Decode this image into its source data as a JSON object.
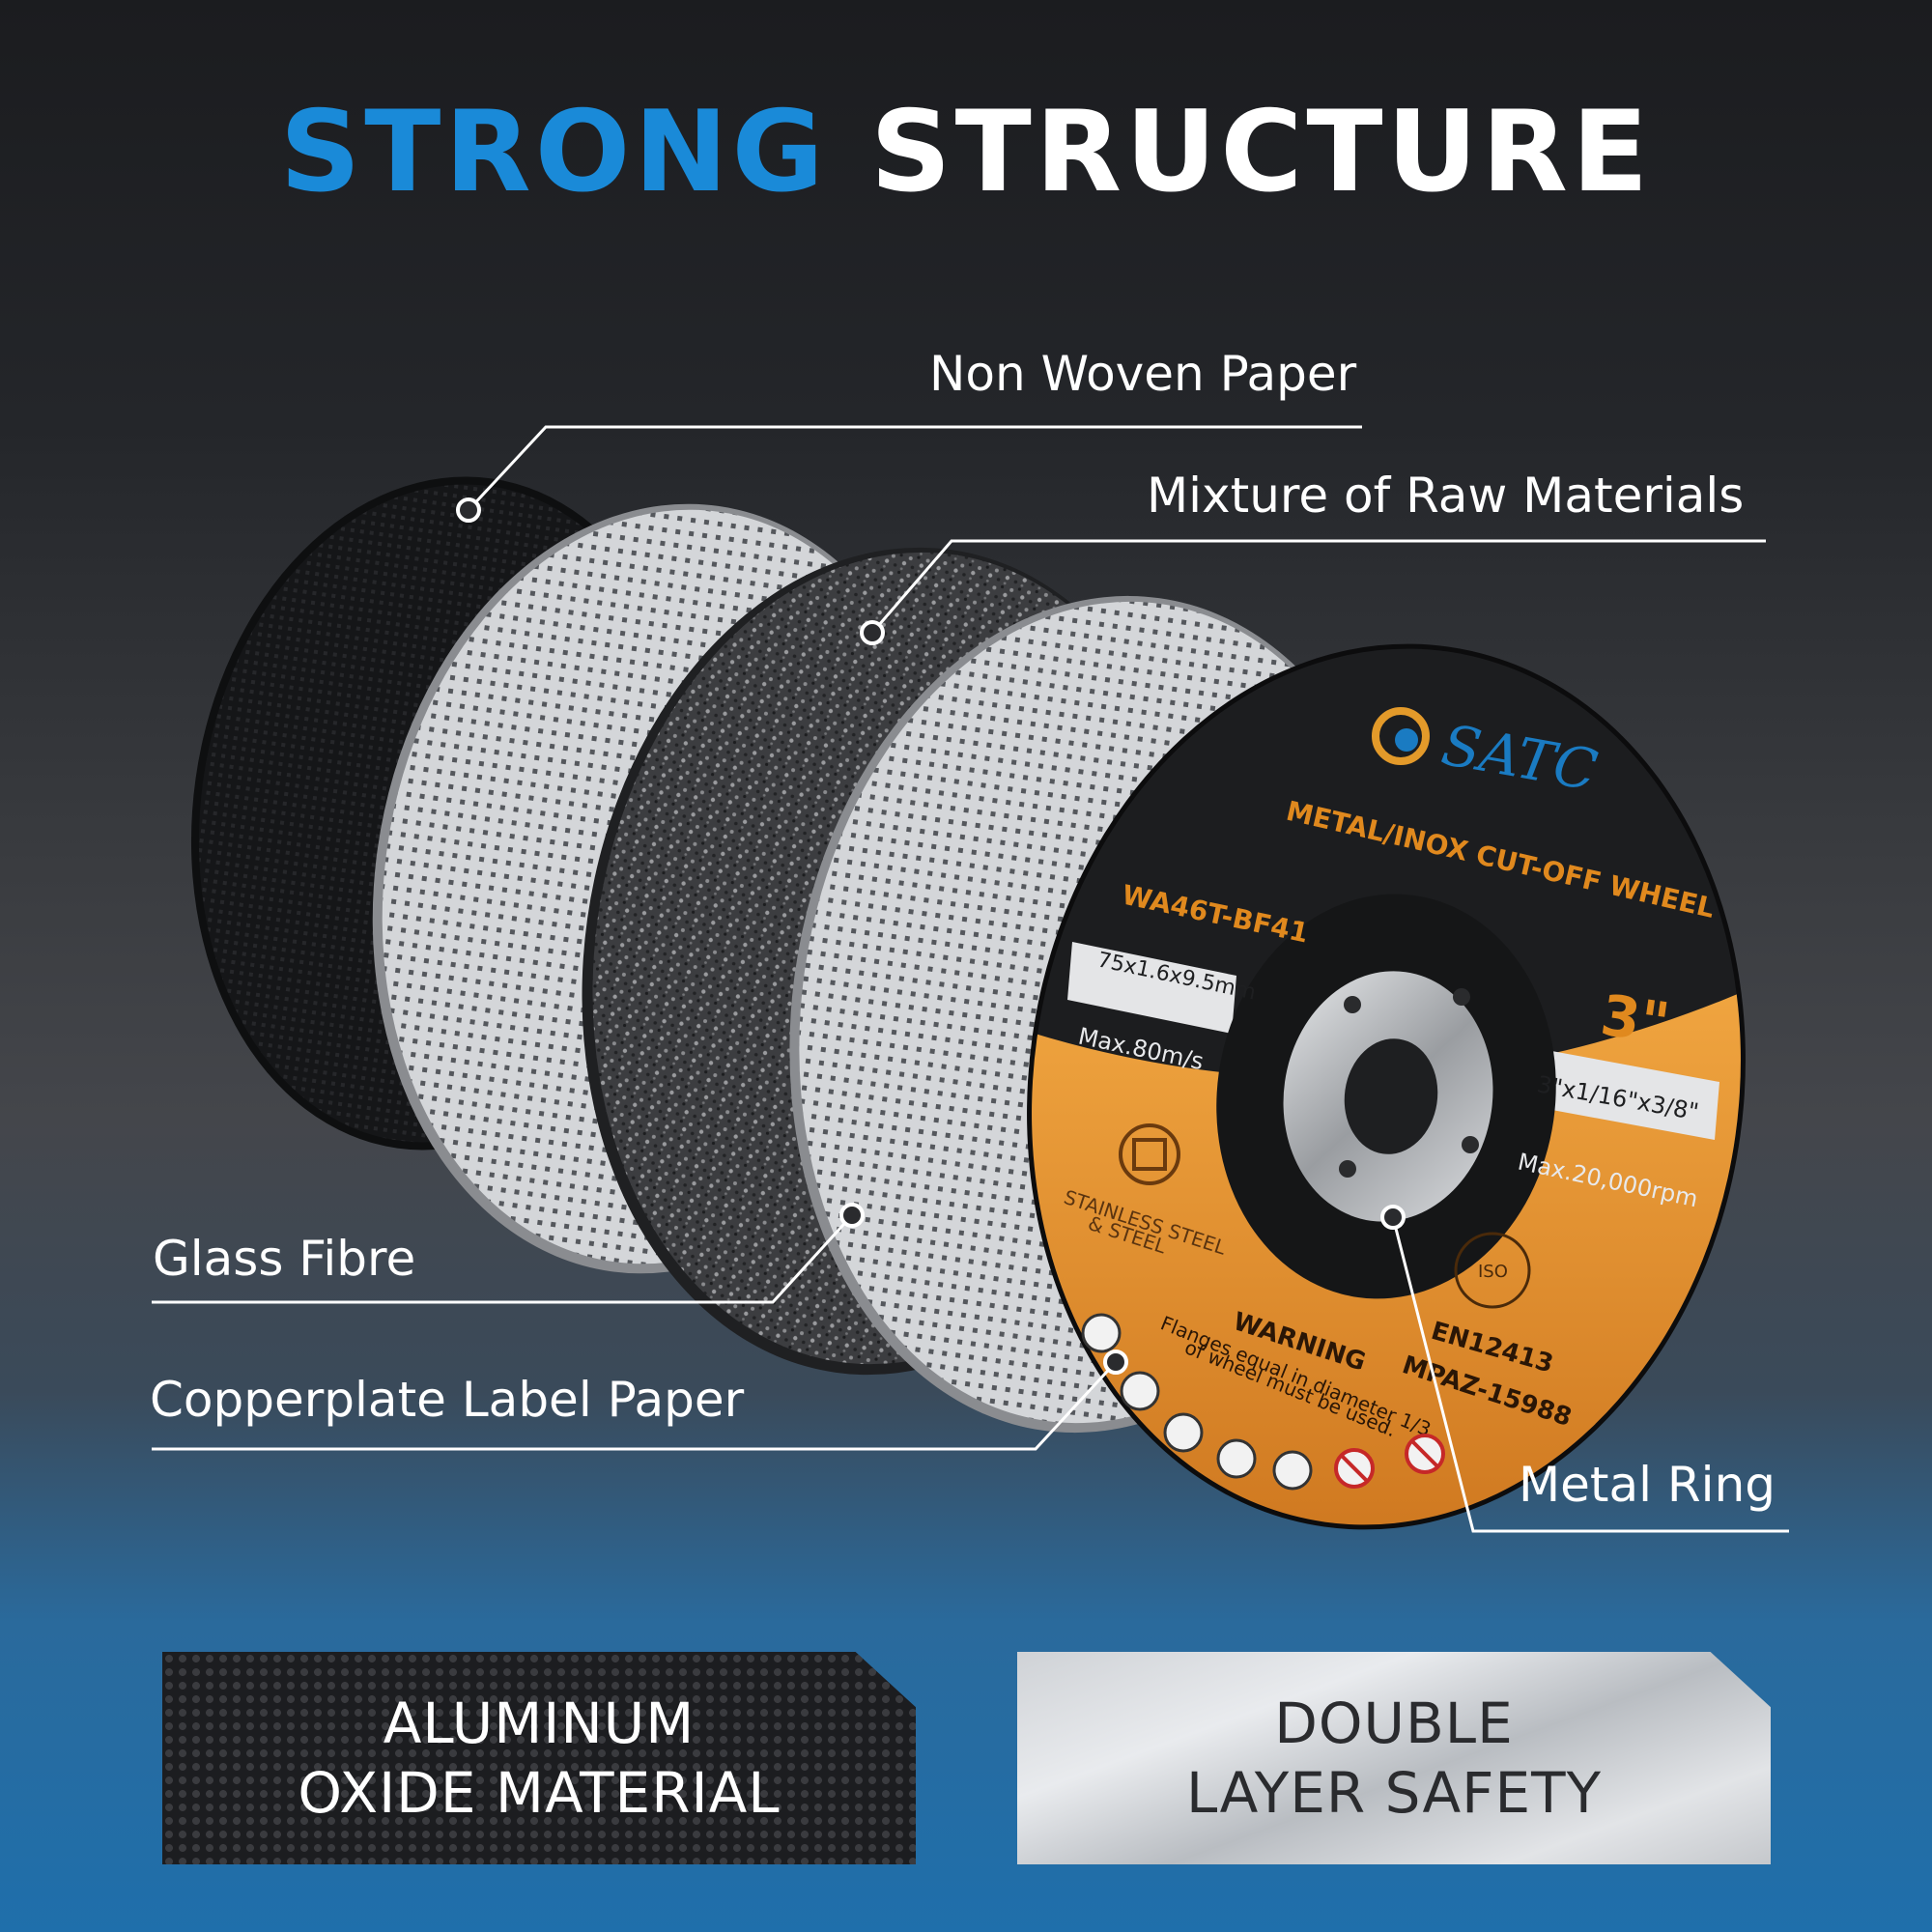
{
  "headline": {
    "part1": "STRONG",
    "part2": "STRUCTURE"
  },
  "colors": {
    "accent": "#1a8ad8",
    "label_orange": "#e0891e",
    "bg_dark": "#1b1c1f",
    "bg_blue": "#1f6fab"
  },
  "callouts": {
    "non_woven_paper": "Non Woven Paper",
    "raw_materials": "Mixture of Raw Materials",
    "glass_fibre": "Glass Fibre",
    "copperplate": "Copperplate Label Paper",
    "metal_ring": "Metal Ring"
  },
  "label": {
    "brand": "SATC",
    "product": "METAL/INOX CUT-OFF WHEEL",
    "model": "WA46T-BF41",
    "size_mm": "75x1.6x9.5mm",
    "speed_ms": "Max.80m/s",
    "size_in_big": "3\"",
    "size_in": "3\"x1/16\"x3/8\"",
    "rpm": "Max.20,000rpm",
    "material_line1": "STAINLESS STEEL",
    "material_line2": "& STEEL",
    "warning_title": "WARNING",
    "warning_line1": "Flanges equal in diameter 1/3",
    "warning_line2": "of wheel must be used.",
    "standard": "EN12413",
    "mpa": "MPAZ-15988",
    "iso": "ISO"
  },
  "icons": [
    "goggles-icon",
    "ear-protection-icon",
    "mask-icon",
    "gloves-icon",
    "helmet-icon",
    "no-wet-grinding-icon",
    "no-side-grinding-icon"
  ],
  "panels": {
    "left": {
      "line1": "ALUMINUM",
      "line2": "OXIDE MATERIAL"
    },
    "right": {
      "line1": "DOUBLE",
      "line2": "LAYER SAFETY"
    }
  }
}
